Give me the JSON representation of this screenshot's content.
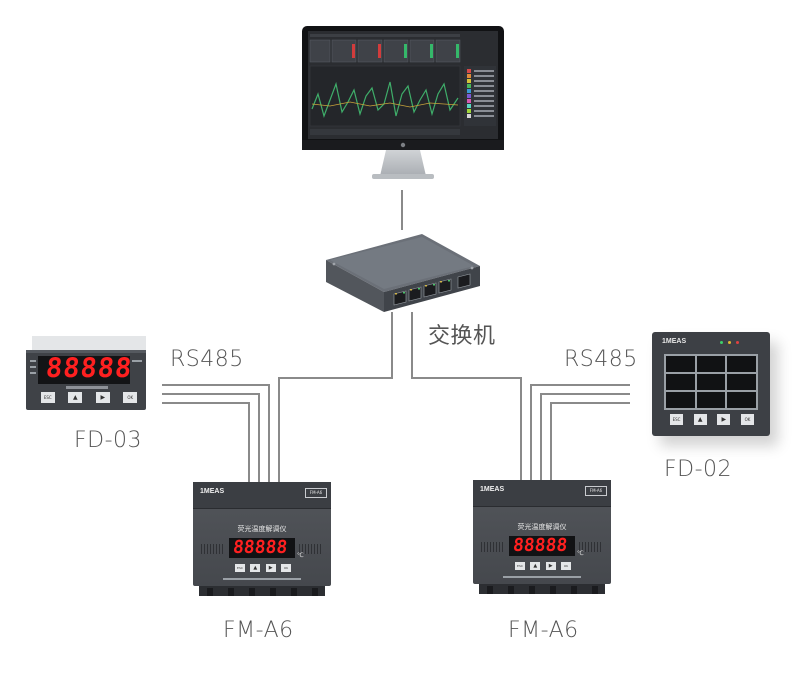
{
  "labels": {
    "switch": "交换机",
    "rs485_left": "RS485",
    "rs485_right": "RS485",
    "fd03": "FD-03",
    "fd02": "FD-02",
    "fm_left": "FM-A6",
    "fm_right": "FM-A6"
  },
  "devices": {
    "fm": {
      "brand": "1MEAS",
      "model_tag": "FM-A6",
      "title": "荧光温度解调仪",
      "display": "88888",
      "unit": "℃",
      "buttons": [
        "ESC",
        "▲",
        "▶",
        "OK"
      ]
    },
    "fd03": {
      "display": "88888",
      "buttons": [
        "ESC",
        "▲",
        "▶",
        "OK"
      ]
    },
    "fd02": {
      "brand": "1MEAS",
      "buttons": [
        "ESC",
        "▲",
        "▶",
        "OK"
      ]
    }
  },
  "colors": {
    "wire": "#8a8a8a",
    "panel": "#4a4d52",
    "led": "#ff2020",
    "label": "#555555"
  }
}
